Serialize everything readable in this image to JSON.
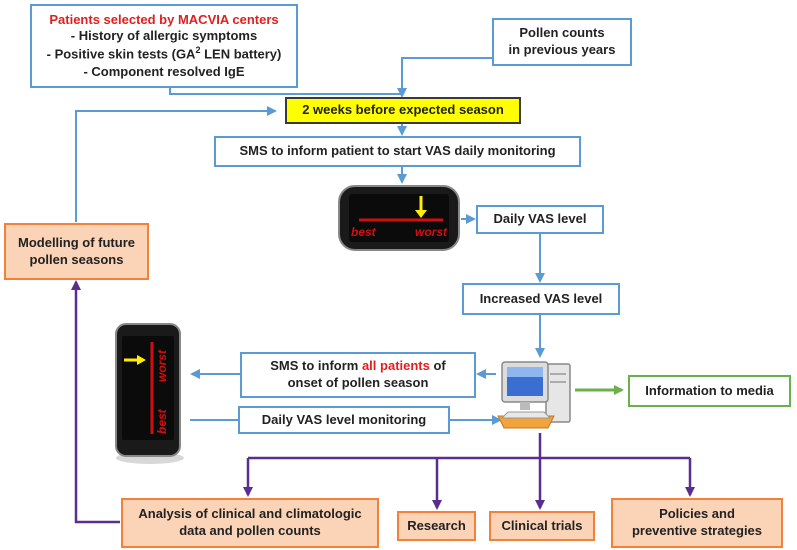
{
  "colors": {
    "blue_arrow": "#5b9bd5",
    "purple_arrow": "#5a2d91",
    "orange_border": "#f4813a",
    "orange_fill": "#fbd3b7",
    "yellow_fill": "#ffff00",
    "green_border": "#6ab04c",
    "red_text": "#e02020"
  },
  "patients": {
    "title": "Patients selected by MACVIA centers",
    "line1": "- History of allergic symptoms",
    "line2_pre": "- Positive skin tests (GA",
    "line2_sup": "2",
    "line2_post": " LEN battery)",
    "line3": "- Component resolved IgE"
  },
  "pollen_counts": {
    "line1": "Pollen counts",
    "line2": "in previous years"
  },
  "two_weeks": "2 weeks before expected season",
  "sms_start": "SMS to inform patient to start VAS daily monitoring",
  "phone1": {
    "best": "best",
    "worst": "worst"
  },
  "daily_vas": "Daily VAS level",
  "increased_vas": "Increased VAS level",
  "modelling": {
    "line1": "Modelling of future",
    "line2": "pollen seasons"
  },
  "phone2": {
    "best": "best",
    "worst": "worst"
  },
  "sms_all": {
    "pre": "SMS to inform ",
    "highlight": "all patients",
    "post": " of",
    "line2": "onset of pollen season"
  },
  "daily_monitoring": "Daily VAS level monitoring",
  "computer_icon": "computer-icon",
  "media": "Information to media",
  "analysis": {
    "line1": "Analysis of clinical and climatologic",
    "line2": "data and pollen counts"
  },
  "research": "Research",
  "clinical_trials": "Clinical trials",
  "policies": {
    "line1": "Policies and",
    "line2": "preventive strategies"
  }
}
